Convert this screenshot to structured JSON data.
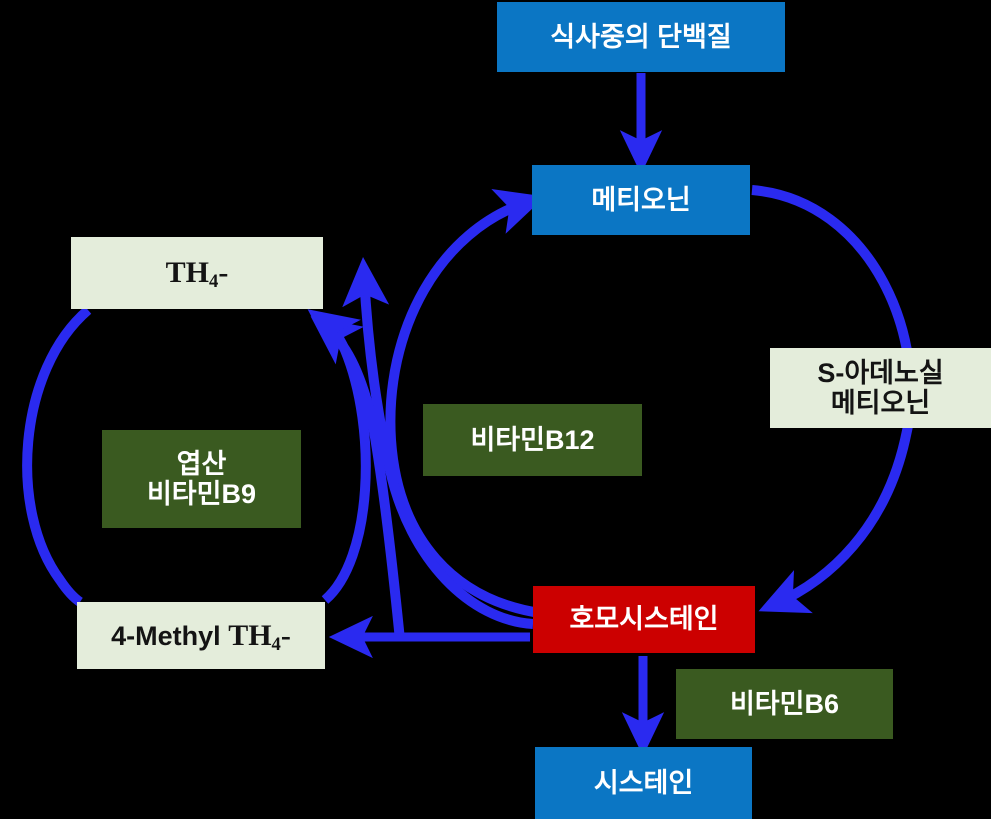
{
  "diagram": {
    "title": "Methionine / homocysteine metabolism cycle",
    "colors": {
      "background": "#000000",
      "blue_node": "#0B76C4",
      "red_node": "#CC0000",
      "green_node": "#3A5A20",
      "pale_node": "#E4EDDB",
      "arrow_blue": "#2A2AF0",
      "arrow_blue_top": "#2A2AF0"
    },
    "nodes": {
      "dietary_protein": "식사중의 단백질",
      "methionine": "메티오닌",
      "th4": {
        "main": "TH",
        "sub": "4",
        "suffix": "-"
      },
      "s_adenosyl_methionine_line1": "S-아데노실",
      "s_adenosyl_methionine_line2": "메티오닌",
      "vitamin_b12": "비타민B12",
      "folate_line1": "엽산",
      "folate_line2": "비타민B9",
      "homocysteine": "호모시스테인",
      "methyl_th4": {
        "prefix": "4-Methyl ",
        "main": "TH",
        "sub": "4",
        "suffix": "-"
      },
      "vitamin_b6": "비타민B6",
      "cysteine": "시스테인"
    },
    "edges": [
      {
        "name": "protein-to-methionine",
        "from": "식사중의 단백질",
        "to": "메티오닌",
        "style": "straight-down"
      },
      {
        "name": "methionine-to-homocysteine",
        "from": "메티오닌",
        "to": "호모시스테인",
        "style": "arc-right",
        "label": "S-아데노실 메티오닌"
      },
      {
        "name": "homocysteine-to-methionine",
        "from": "호모시스테인",
        "to": "메티오닌",
        "style": "arc-left",
        "label": "비타민B12"
      },
      {
        "name": "homocysteine-to-th4",
        "from": "호모시스테인",
        "to": "TH4-",
        "style": "curve-crossing"
      },
      {
        "name": "methyl-th4-to-th4",
        "from": "4-Methyl TH4-",
        "to": "TH4-",
        "style": "curve-crossing"
      },
      {
        "name": "homocysteine-to-methyl-th4",
        "from": "호모시스테인",
        "to": "4-Methyl TH4-",
        "style": "straight-left"
      },
      {
        "name": "th4-to-methyl-th4",
        "from": "TH4-",
        "to": "4-Methyl TH4-",
        "style": "arc-left-circle",
        "label": "엽산 비타민B9"
      },
      {
        "name": "homocysteine-to-cysteine",
        "from": "호모시스테인",
        "to": "시스테인",
        "style": "straight-down",
        "label": "비타민B6"
      }
    ]
  }
}
